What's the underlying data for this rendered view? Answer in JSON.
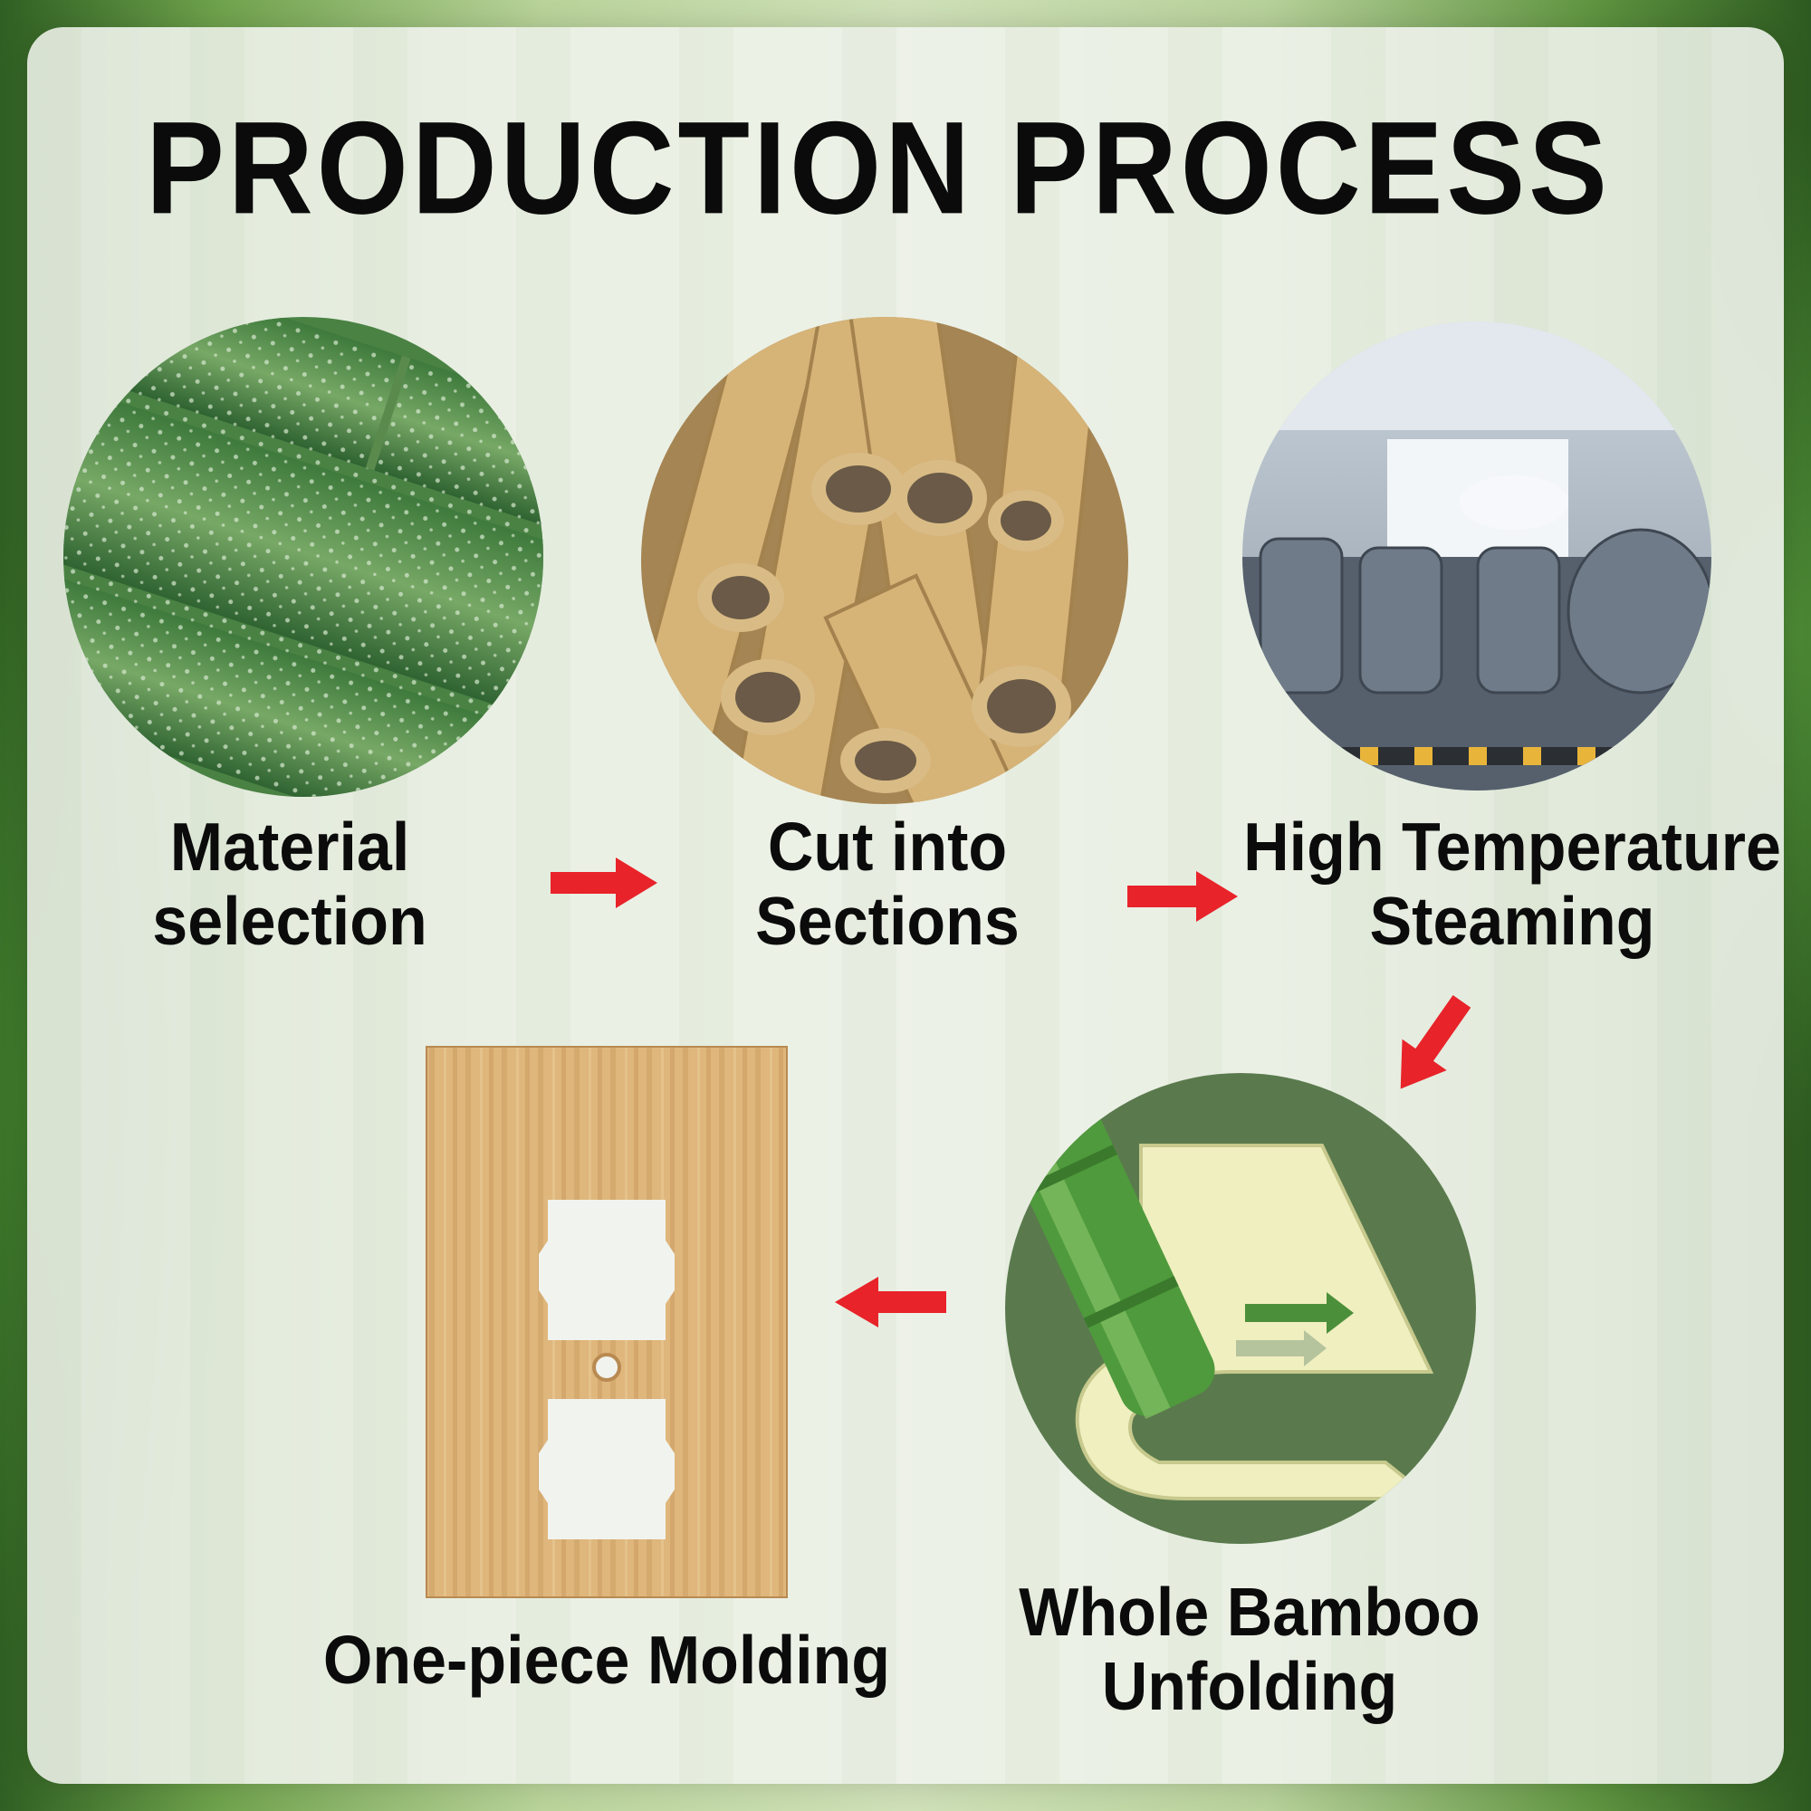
{
  "title": "PRODUCTION PROCESS",
  "steps": [
    {
      "id": 1,
      "label_line1": "Material",
      "label_line2": "selection"
    },
    {
      "id": 2,
      "label_line1": "Cut into",
      "label_line2": "Sections"
    },
    {
      "id": 3,
      "label_line1": "High Temperature",
      "label_line2": "Steaming"
    },
    {
      "id": 4,
      "label_line1": "Whole Bamboo",
      "label_line2": "Unfolding"
    },
    {
      "id": 5,
      "label_line1": "One-piece Molding",
      "label_line2": ""
    }
  ],
  "colors": {
    "arrow": "#e8232a",
    "title": "#0b0b0b",
    "bamboo_green": "#4f8a4a",
    "bamboo_tan": "#d8b57a"
  }
}
